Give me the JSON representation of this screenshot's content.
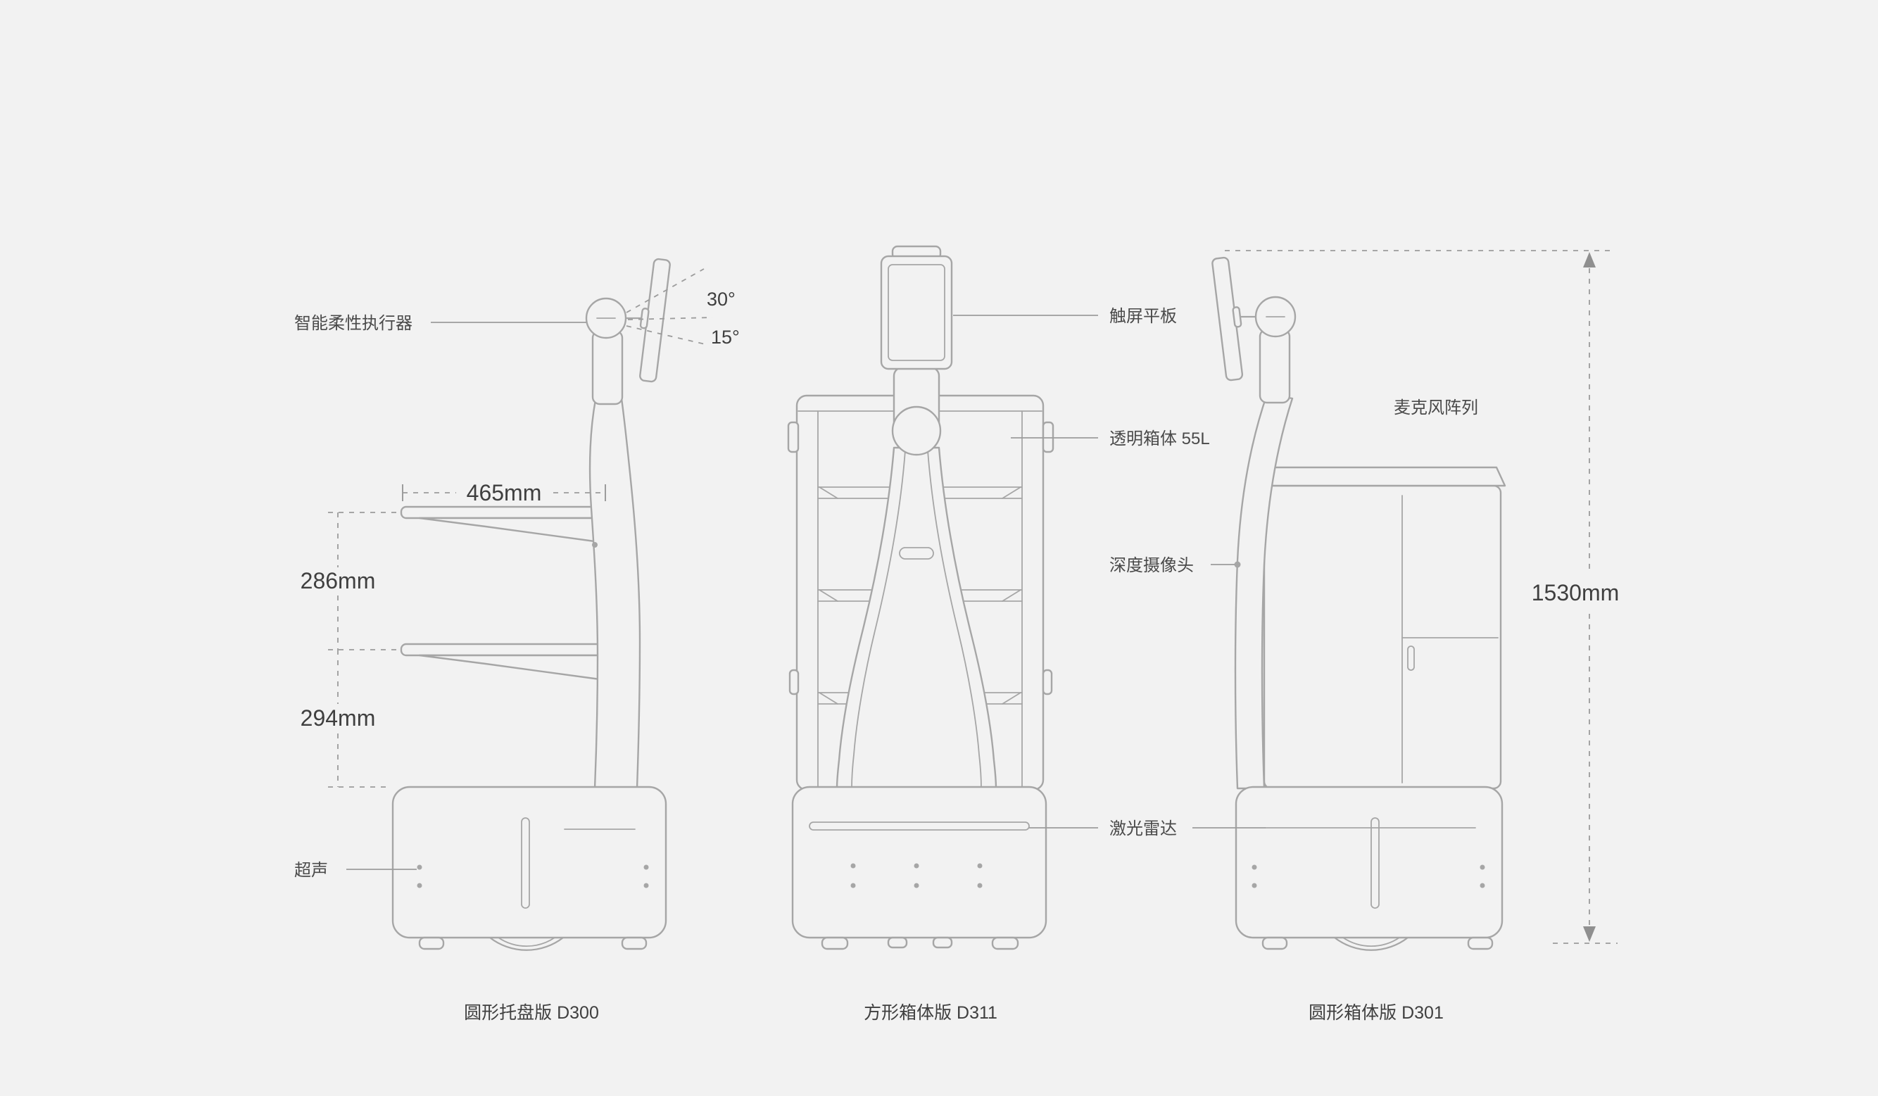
{
  "canvas": {
    "background_color": "#f2f2f2",
    "outline_color": "#a6a6a6",
    "dimension_line_color": "#9c9c9c",
    "label_color": "#4a4a4a",
    "dimension_text_color": "#3f3f3f"
  },
  "labels": {
    "actuator": "智能柔性执行器",
    "angle_upper": "30°",
    "angle_lower": "15°",
    "tray_width": "465mm",
    "tray_gap_upper": "286mm",
    "tray_gap_lower": "294mm",
    "ultrasonic": "超声",
    "touch_tablet": "触屏平板",
    "transparent_box": "透明箱体 55L",
    "depth_camera": "深度摄像头",
    "lidar": "激光雷达",
    "mic_array": "麦克风阵列",
    "total_height": "1530mm"
  },
  "captions": {
    "left": "圆形托盘版 D300",
    "center": "方形箱体版 D311",
    "right": "圆形箱体版 D301"
  }
}
